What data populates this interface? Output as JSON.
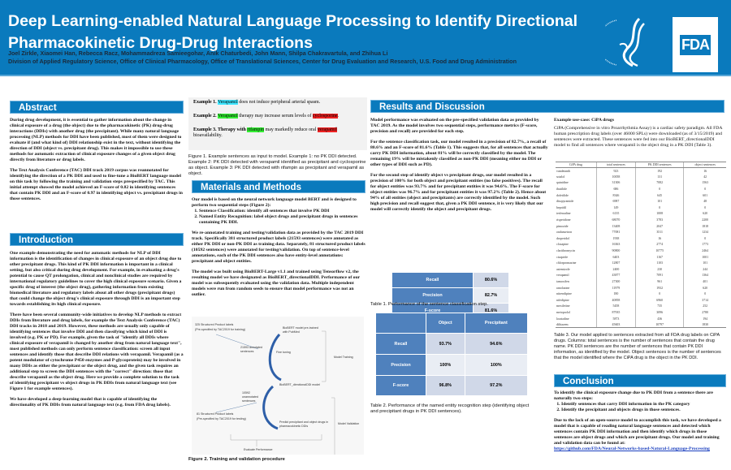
{
  "header": {
    "title": "Deep Learning-enabled Natural Language Processing to Identify Directional Pharmacokinetic Drug-Drug Interactions",
    "authors": "Joel Zirkle, Xiaomei Han, Rebecca Racz, Mohammadreza Samieegohar, Anik Chaturbedi, John Mann, Shilpa Chakravartula, and Zhihua Li",
    "affiliation": "Division of Applied Regulatory Science, Office of Clinical Pharmacology, Office of Translational Sciences, Center for Drug Evaluation and Research, U.S. Food and Drug Administration",
    "logo": "FDA"
  },
  "abstract": {
    "heading": "Abstract",
    "p1": "During drug development, it is essential to gather information about the change in clinical exposure of a drug (the object) due to the pharmacokinetic (PK) drug-drug interactions (DDIs) with another drug (the precipitant). While many natural language processing (NLP) methods for DDI have been published, most of them were designed to evaluate if (and what kind of) DDI relationship exist in the text, without identifying the direction of DDI (object vs. precipitant drug). This makes it impossible to use these methods for automatic extraction of clinical exposure changes of a given object drug directly from literature or drug labels.",
    "p2": "The Text Analysis Conference (TAC) DDI track 2019 corpus was reannotated for identifying the direction of a PK DDI and used to fine-tune a BioBERT language model on this task by following the training and validation steps prespecified by TAC. This initial attempt showed the model achieved an F-score of 0.82 in identifying sentences that contain PK DDI and an F-score of 0.97 in identifying object vs. precipitant drugs in those sentences."
  },
  "introduction": {
    "heading": "Introduction",
    "p1": "One example demonstrating the need for automatic methods for NLP of DDI information is the identification of changes in clinical exposure of an object drug due to other precipitant drugs. This kind of PK DDI information is important in a clinical setting, but also critical during drug development. For example, in evaluating a drug's potential to cause QT prolongation, clinical and nonclinical studies are required by international regulatory guidelines to cover the high clinical exposure scenario. Given a specific drug of interest (the object drug), gathering information from existing biomedical literature and regulatory labels about all other drugs (precipitant drugs) that could change the object drug's clinical exposure through DDI is an important step towards establishing its high clinical exposure.",
    "p2": "There have been several community-wide initiatives to develop NLP methods to extract DDIs from literature and drug labels, for example the Text Analysis Conference (TAC) DDI tracks in 2018 and 2019. However, these methods are usually only capable of identifying sentences that involve DDI and then classifying which kind of DDI is involved (e.g. PK or PD). For example, given the task of \"identify all DDIs where clinical exposure of verapamil is changed by another drug from natural language text\", most published methods can only perform sentence classification: screen all input sentences and identify those that describe DDI relations with verapamil. Verapamil (as a potent modulator of cytochrome P450 enzymes and P-glycoprotein) may be involved in many DDIs as either the precipitant or the object drug, and the given task requires an additional step to screen the DDI sentences with the \"correct\" direction: those that describe verapamil as the object drug. Here we provide a complete solution to the task of identifying precipitant vs object drugs in PK DDIs from natural language text (see Figure 1 for example sentences).",
    "p3": "We have developed a deep-learning model that is capable of identifying the directionality of PK DDIs from natural language text (e.g. from FDA drug labels)."
  },
  "figure1": {
    "ex1_prefix": "Example 1.",
    "ex1_drug": "Verapamil",
    "ex1_rest": "does not induce peripheral arterial spasm.",
    "ex2_prefix": "Example 2.",
    "ex2_drug": "Verapamil",
    "ex2_mid": "therapy may increase serum levels of",
    "ex2_obj": "cyclosporine",
    "ex3_prefix": "Example 3. Therapy with",
    "ex3_drug": "rifampin",
    "ex3_mid": "may markedly reduce oral",
    "ex3_obj": "verapamil",
    "ex3_rest": "bioavailability.",
    "caption": "Figure 1. Example sentences as input to model. Example 1: no PK DDI detected. Example 2: PK DDI detected with verapamil identified as precipitant and cyclosporine as object. Example 3: PK DDI detected with rifampin as precipitant and verapamil as object."
  },
  "methods": {
    "heading": "Materials and Methods",
    "p1": "Our model is based on the neural network language model BERT and is designed to perform two sequential steps (Figure 2):",
    "steps": [
      "Sentence Classification: identify all sentences that involve PK DDI",
      "Named Entity Recognition: label object drugs and precipitant drugs in sentences containing PK DDI."
    ],
    "p2": "We re-annotated training and testing/validation data as provided by the TAC 2019 DDI track. Specifically 381 structured product labels (21593 sentences) were annotated as either PK DDI or non-PK DDI as training data. Separately, 81 structured product labels (10592 sentences) were annotated for testing/validation. On top of sentence-level annotations, each of the PK DDI sentences also have entity-level annotations: precipitant and object entities.",
    "p3": "The model was built using BioBERT-Large v1.1 and trained using Tensorflow v2, the resulting model we have designated as BioBERT_directionalDDI. Performance of our model was subsequently evaluated using the validation data. Multiple independent models were run from random seeds to ensure that model performance was not an outlier."
  },
  "figure2": {
    "n1": "325 Structured Product labels",
    "n1b": "(Pre-specified by TAC2019 for training)",
    "n2": "21593 annotated sentences",
    "n3": "BioBERT model pre-trained with PubMed",
    "n4": "Fine tuning",
    "n5": "Model Training",
    "n6": "BioBERT_directionalDDI model",
    "n7": "10592 unannotated sentences",
    "n8": "81 Structured Product labels",
    "n8b": "(Pre-specified by TAC2019 for testing)",
    "n9": "Predict precipitant and object drugs in pharmacokinetic DDIs",
    "n10": "Model Validation",
    "n11": "Evaluate Performance",
    "caption": "Figure 2. Training and validation procedure"
  },
  "results": {
    "heading": "Results and Discussion",
    "p1": "Model performance was evaluated on the pre-specified validation data as provided by TAC 2019. As the model involves two sequential steps, performance metrics (F-score, precision and recall) are provided for each step.",
    "p2": "For the sentence classification task, our model resulted in a precision of 82.7%, a recall of 80.6% and an F-score of 81.6% (Table 1). This suggests that, for all sentences that actually carry PK DDI information, about 81% will be correctly classified by the model. The remaining 19% will be mistakenly classified as non-PK DDI (meaning either no DDI or other types of DDI such as PD).",
    "p3": "For the second step of identify object vs precipitant drugs, our model resulted in a precision of 100% for both object and precipitant entities (no false positives). The recall for object entities was 93.7% and for precipitant entities it was 94.6%. The F-score for object entities was 96.7% and for precipitant entities it was 97.2% (Table 2). Hence about 94% of all entities (object and precipitants) are correctly identified by the model. Such high precision and recall suggest that, given a PK DDI sentence, it is very likely that our model will correctly identify the object and precipitant drugs."
  },
  "table1": {
    "rows": [
      {
        "label": "Recall",
        "value": "80.6%"
      },
      {
        "label": "Precision",
        "value": "82.7%"
      },
      {
        "label": "F-score",
        "value": "81.6%"
      }
    ],
    "caption": "Table 1. Performance of the sentence classification step."
  },
  "table2": {
    "cols": [
      "Object",
      "Precipitant"
    ],
    "rows": [
      {
        "label": "Recall",
        "object": "93.7%",
        "precipitant": "94.6%"
      },
      {
        "label": "Precision",
        "object": "100%",
        "precipitant": "100%"
      },
      {
        "label": "F-score",
        "object": "96.8%",
        "precipitant": "97.2%"
      }
    ],
    "caption": "Table 2. Performance of the named entity recognition step (identifying object and precipitant drugs in PK DDI sentences)."
  },
  "cipa": {
    "heading": "Example use-case: CiPA drugs",
    "p1": "CiPA (Comprehensive in vitro Proarrhythmia Assay) is a cardiac safety paradigm. All FDA human prescription drug labels (over 46000 SPLs) were downloaded (as of 3/15/2019) and sentences were extracted. These sentences were fed into our BioBERT_directionalDDI model to find all sentences where verapamil is the object drug in a PK DDI (Table 3).",
    "columns": [
      "CiPA drug",
      "total sentences",
      "PK DDI sentences",
      "object sentences"
    ],
    "rows": [
      [
        "vandetanib",
        "923",
        "192",
        "16"
      ],
      [
        "sotalol",
        "10058",
        "131",
        "42"
      ],
      [
        "quinidine",
        "31306",
        "7082",
        "1563"
      ],
      [
        "ibutilide",
        "686",
        "0",
        "0"
      ],
      [
        "dofetilide",
        "8346",
        "645",
        "601"
      ],
      [
        "disopyramide",
        "6987",
        "101",
        "48"
      ],
      [
        "bepridil",
        "149",
        "0",
        "0"
      ],
      [
        "terfenadine",
        "6135",
        "1008",
        "620"
      ],
      [
        "risperidone",
        "68070",
        "3783",
        "2200"
      ],
      [
        "pimozide",
        "13408",
        "2047",
        "1818"
      ],
      [
        "ondansetron",
        "77081",
        "3511",
        "1234"
      ],
      [
        "droperidol",
        "1938",
        "16",
        "0"
      ],
      [
        "clozapine",
        "16363",
        "2774",
        "1773"
      ],
      [
        "clarithromycin",
        "90800",
        "10775",
        "2464"
      ],
      [
        "cisapride",
        "6403",
        "1167",
        "1001"
      ],
      [
        "chlorpromazine",
        "12807",
        "1103",
        "101"
      ],
      [
        "astemizole",
        "2400",
        "230",
        "244"
      ],
      [
        "verapamil",
        "43877",
        "7091",
        "1364"
      ],
      [
        "tamoxifen",
        "27300",
        "961",
        "401"
      ],
      [
        "ranolazine",
        "11979",
        "1932",
        "620"
      ],
      [
        "nitrendipine",
        "180",
        "0",
        "0"
      ],
      [
        "nifedipine",
        "40858",
        "6960",
        "3714"
      ],
      [
        "mexiletine",
        "5458",
        "735",
        "252"
      ],
      [
        "metoprolol",
        "87935",
        "3096",
        "2780"
      ],
      [
        "loratadine",
        "5873",
        "436",
        "194"
      ],
      [
        "diltiazem",
        "45603",
        "10797",
        "1830"
      ]
    ],
    "caption": "Table 3. Our model applied to sentences extracted from all FDA drug labels on CiPA drugs. Columns: total sentences is the number of sentences that contain the drug name. PK DDI sentences are the number of sentences that contain PK DDI information, as identified by the model. Object sentences is the number of sentences that the model identified where the CiPA drug is the object in the PK DDI."
  },
  "conclusion": {
    "heading": "Conclusion",
    "p1": "To identify the clinical exposure change due to PK DDI from a sentence there are naturally two steps:",
    "steps": [
      "Identify sentences that carry DDI information in the PK category",
      "Identify the precipitant and objects drugs in those sentences."
    ],
    "p2": "Due to the lack of an open-source model to accomplish this task, we have developed a model that is capable of reading natural language sentences and detected which sentences contain PK DDI information and then identify which drugs in those sentences are object drugs and which are precipitant drugs. Our model and training and validation data can be found at:",
    "link": "https://github.com/FDA/Neural-Networks-based-Natural-Language-Processing"
  }
}
